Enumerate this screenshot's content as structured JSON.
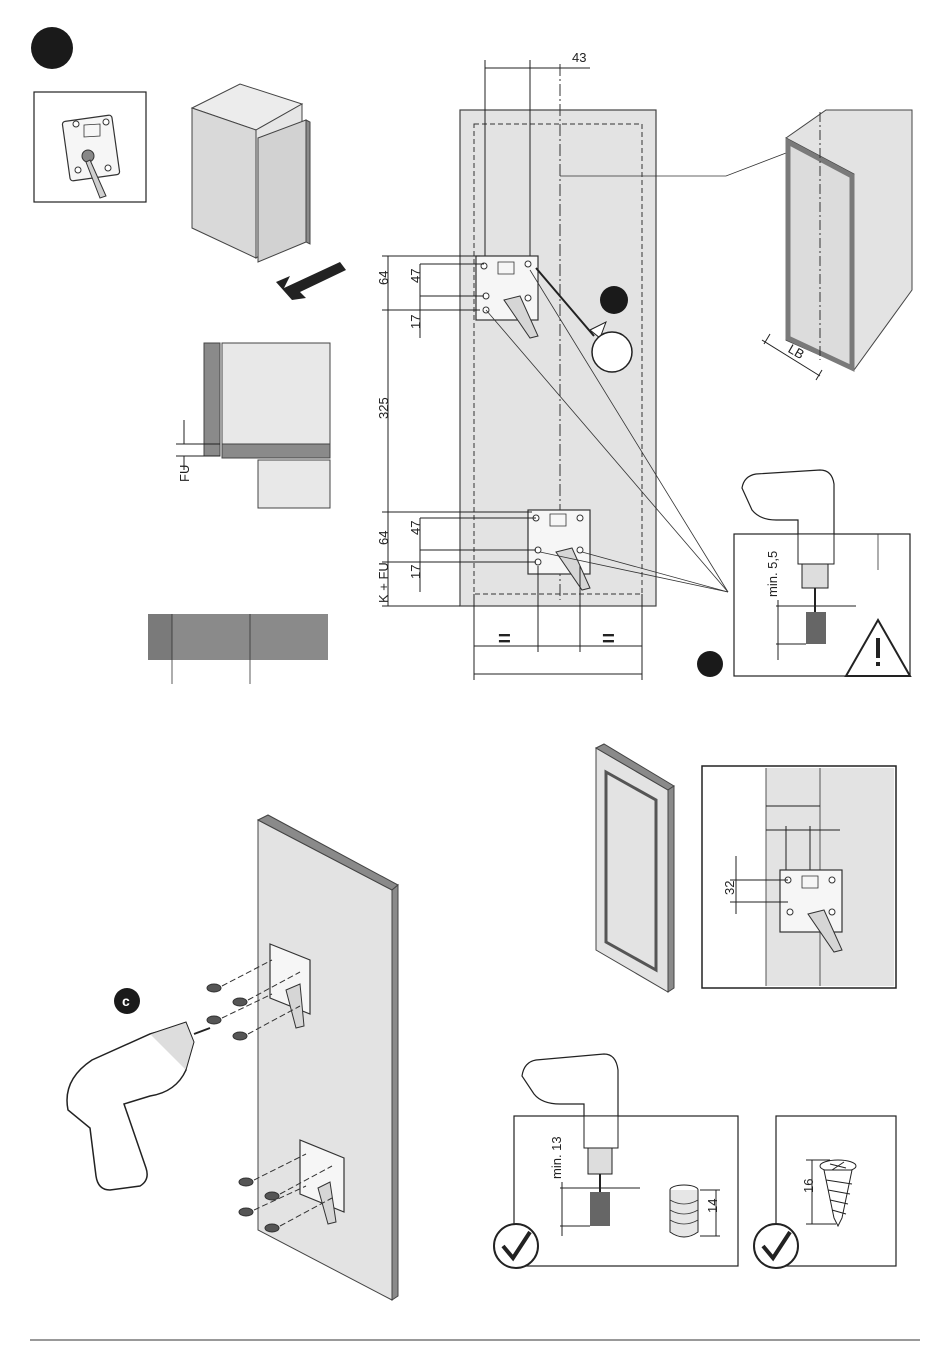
{
  "step_badges": {
    "bit_label": "c"
  },
  "template": {
    "top_offset": "43",
    "plate_height_a": "64",
    "hole_spacing_a": "47",
    "hole_offset_a": "17",
    "gap": "325",
    "plate_height_b": "64",
    "hole_spacing_b": "47",
    "hole_offset_b": "17",
    "bottom_formula": "K + FU",
    "equal_left": "=",
    "equal_right": "="
  },
  "overlay_label": "FU",
  "cabinet_label": "LB",
  "drill_top": {
    "depth": "min. 5,5"
  },
  "frame_detail": {
    "hole_spacing": "32"
  },
  "drill_bottom": {
    "depth": "min. 13",
    "dowel_length": "14"
  },
  "screw": {
    "length": "16"
  },
  "colors": {
    "panel": "#e3e3e3",
    "dark": "#8a8a8a",
    "badge": "#1a1a1a"
  }
}
